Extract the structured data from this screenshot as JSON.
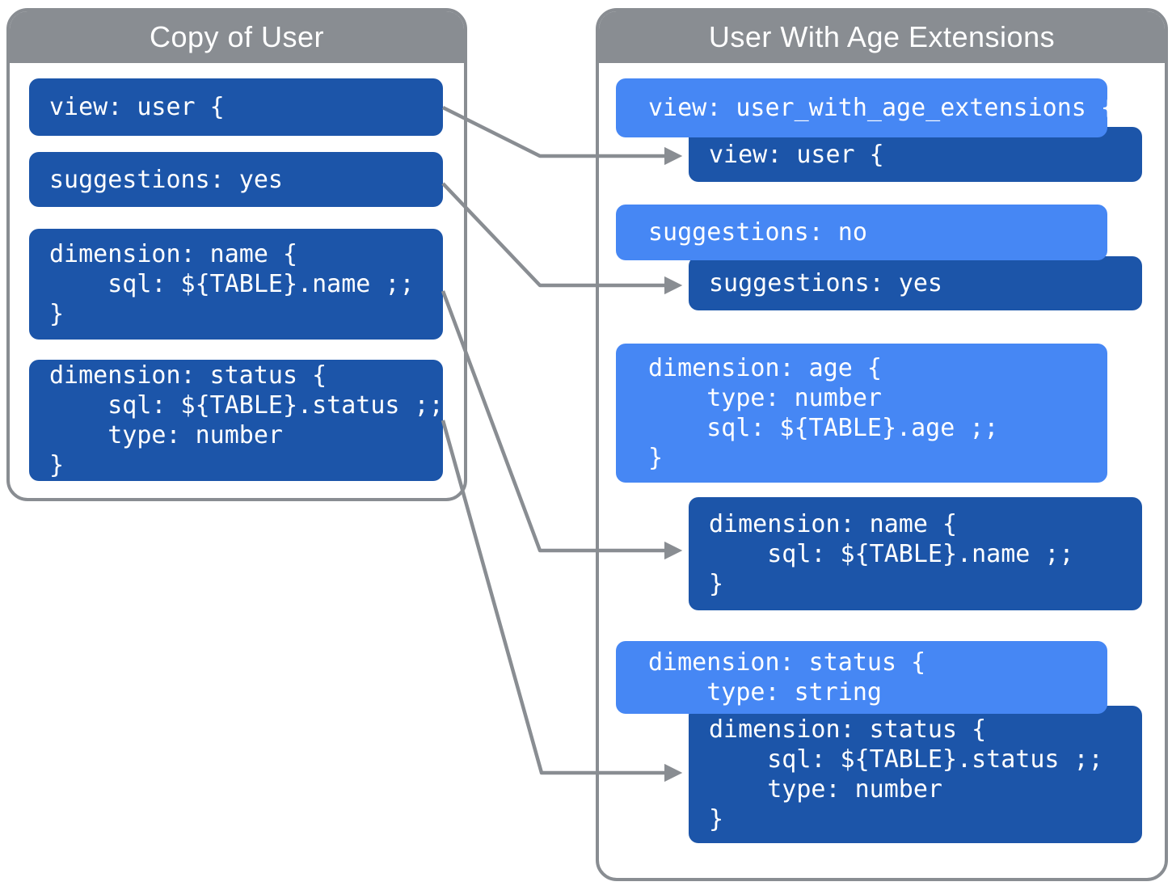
{
  "colors": {
    "panel_gray": "#898D92",
    "dark_blue": "#1C55A9",
    "light_blue": "#4687F4",
    "text_white": "#FFFFFF"
  },
  "left_panel": {
    "title": "Copy of User",
    "blocks": [
      {
        "id": "view-user",
        "text": "view: user {"
      },
      {
        "id": "suggestions-yes",
        "text": "suggestions: yes"
      },
      {
        "id": "dimension-name",
        "text": "dimension: name {\n    sql: ${TABLE}.name ;;\n}"
      },
      {
        "id": "dimension-status",
        "text": "dimension: status {\n    sql: ${TABLE}.status ;;\n    type: number\n}"
      }
    ]
  },
  "right_panel": {
    "title": "User With Age Extensions",
    "blocks": [
      {
        "id": "view-user-with-age-extensions",
        "style": "light",
        "text": "view: user_with_age_extensions {"
      },
      {
        "id": "inherited-view-user",
        "style": "dark",
        "text": "view: user {"
      },
      {
        "id": "suggestions-no",
        "style": "light",
        "text": "suggestions: no"
      },
      {
        "id": "inherited-suggestions-yes",
        "style": "dark",
        "text": "suggestions: yes"
      },
      {
        "id": "dimension-age",
        "style": "light",
        "text": "dimension: age {\n    type: number\n    sql: ${TABLE}.age ;;\n}"
      },
      {
        "id": "inherited-dimension-name",
        "style": "dark",
        "text": "dimension: name {\n    sql: ${TABLE}.name ;;\n}"
      },
      {
        "id": "dimension-status-override",
        "style": "light",
        "text": "dimension: status {\n    type: string"
      },
      {
        "id": "inherited-dimension-status",
        "style": "dark",
        "text": "dimension: status {\n    sql: ${TABLE}.status ;;\n    type: number\n}"
      }
    ]
  }
}
